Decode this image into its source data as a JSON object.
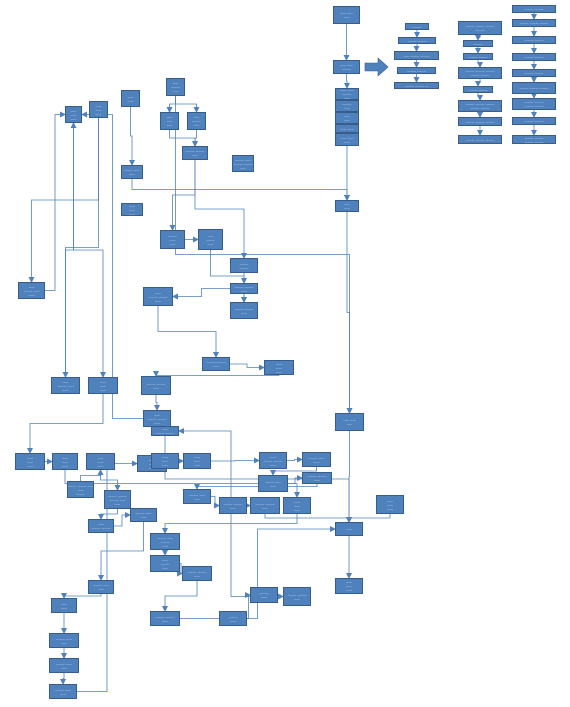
{
  "diagram": {
    "colors": {
      "node_fill": "#4f81bd",
      "node_border": "#385d8a",
      "edge": "#4f81bd",
      "text": "#ffffff"
    },
    "nodes": {
      "n_top": {
        "lines": [
          "—— ——",
          "——"
        ]
      },
      "n_mid1": {
        "lines": [
          "—— ——",
          "———"
        ]
      },
      "n_r1a": {
        "lines": [
          "—— ——",
          "———",
          "——"
        ]
      },
      "n_r1b": {
        "lines": [
          "———",
          "——"
        ]
      },
      "n_r1c": {
        "lines": [
          "——",
          "——"
        ]
      },
      "n_r1d": {
        "lines": [
          "—— ——"
        ]
      },
      "n_r1e": {
        "lines": [
          "—— ——",
          "——"
        ]
      },
      "n_rmid": {
        "lines": [
          "——",
          "——"
        ]
      },
      "n_rlow": {
        "lines": [
          "—— ——",
          "——"
        ]
      },
      "n_rbot": {
        "lines": [
          "——",
          "——",
          "——"
        ]
      },
      "n_rside": {
        "lines": [
          "——",
          "——",
          "——"
        ]
      },
      "n_rhub": {
        "lines": [
          "——"
        ]
      },
      "l1_1": {
        "lines": [
          "———"
        ]
      },
      "l1_2": {
        "lines": [
          "——— ———"
        ]
      },
      "l1_3": {
        "lines": [
          "—— ——— ———"
        ]
      },
      "l1_4": {
        "lines": [
          "——— ———"
        ]
      },
      "l1_5": {
        "lines": [
          "——— ——— —"
        ]
      },
      "l2_1": {
        "lines": [
          "——— ——— ———",
          "———"
        ]
      },
      "l2_2": {
        "lines": [
          "———"
        ]
      },
      "l2_3": {
        "lines": [
          "——— ———"
        ]
      },
      "l2_4": {
        "lines": [
          "——— ——— ———",
          "——— ———"
        ]
      },
      "l2_5": {
        "lines": [
          "——— ———"
        ]
      },
      "l2_6": {
        "lines": [
          "——— ——— ———",
          "——— ———"
        ]
      },
      "l2_7": {
        "lines": [
          "——— ——— ———"
        ]
      },
      "l2_8": {
        "lines": [
          "——— ——— ———"
        ]
      },
      "l3_1": {
        "lines": [
          "——— ———"
        ]
      },
      "l3_2": {
        "lines": [
          "——— ——— ———"
        ]
      },
      "l3_3": {
        "lines": [
          "——— ———"
        ]
      },
      "l3_4": {
        "lines": [
          "——— ———"
        ]
      },
      "l3_5": {
        "lines": [
          "——— ———"
        ]
      },
      "l3_6": {
        "lines": [
          "——— ——— ———"
        ]
      },
      "l3_7": {
        "lines": [
          "——— ———",
          "——— ———"
        ]
      },
      "l3_8": {
        "lines": [
          "——— ———"
        ]
      },
      "l3_9": {
        "lines": [
          "——— ———",
          "——— ———"
        ]
      },
      "l3_10": {
        "lines": [
          "——— ———"
        ]
      },
      "l3_11": {
        "lines": [
          "——— ——— ———"
        ]
      },
      "a_top": {
        "lines": [
          "——",
          "———",
          "——"
        ]
      },
      "a_l": {
        "lines": [
          "——",
          "——",
          "——"
        ]
      },
      "a_r": {
        "lines": [
          "——",
          "———",
          "——"
        ]
      },
      "a_mid": {
        "lines": [
          "——— ———",
          "——"
        ]
      },
      "a_side": {
        "lines": [
          "——",
          "——"
        ]
      },
      "a_fr": {
        "lines": [
          "——— ——",
          "——"
        ]
      },
      "a_mid2": {
        "lines": [
          "——",
          "——",
          "——"
        ]
      },
      "a_mr": {
        "lines": [
          "——— ——",
          "——— ———",
          "——"
        ]
      },
      "a_x1": {
        "lines": [
          "———",
          "——",
          "——"
        ]
      },
      "a_x2": {
        "lines": [
          "——",
          "———",
          "——"
        ]
      },
      "a_x3": {
        "lines": [
          "———",
          "———"
        ]
      },
      "a_x4": {
        "lines": [
          "——— ———",
          "——"
        ]
      },
      "a_x5": {
        "lines": [
          "——— ———",
          "——"
        ]
      },
      "a_x6": {
        "lines": [
          "——",
          "——— ———",
          "——"
        ]
      },
      "a_x7": {
        "lines": [
          "——— ———",
          "——"
        ]
      },
      "a_x8": {
        "lines": [
          "——",
          "——",
          "——"
        ]
      },
      "a_x9": {
        "lines": [
          "——— ———",
          "——"
        ]
      },
      "a_x10": {
        "lines": [
          "——",
          "——— ———",
          "——"
        ]
      },
      "L_a": {
        "lines": [
          "——",
          "——",
          "——"
        ]
      },
      "L_b": {
        "lines": [
          "——",
          "——",
          "——"
        ]
      },
      "L_c": {
        "lines": [
          "——",
          "——— ——",
          "——"
        ]
      },
      "L_d": {
        "lines": [
          "——",
          "——— ——",
          "——"
        ]
      },
      "L_e": {
        "lines": [
          "——",
          "——",
          "——"
        ]
      },
      "L_f": {
        "lines": [
          "——",
          "——",
          "——"
        ]
      },
      "L_g": {
        "lines": [
          "——",
          "——",
          "——"
        ]
      },
      "L_h": {
        "lines": [
          "——— ——— ——",
          "——",
          "———"
        ]
      },
      "L_i": {
        "lines": [
          "——",
          "——",
          "——"
        ]
      },
      "L_j": {
        "lines": [
          "——— ———",
          "——— ——",
          "——"
        ]
      },
      "L_k": {
        "lines": [
          "——",
          "——— ———"
        ]
      },
      "L_l": {
        "lines": [
          "——— ——",
          "——"
        ]
      },
      "L_m": {
        "lines": [
          "——— ——",
          "——"
        ]
      },
      "L_n": {
        "lines": [
          "——",
          "——"
        ]
      },
      "L_o": {
        "lines": [
          "——— ——",
          "——"
        ]
      },
      "L_p": {
        "lines": [
          "——— ——",
          "——"
        ]
      },
      "L_q": {
        "lines": [
          "——— ——",
          "——"
        ]
      },
      "L_r": {
        "lines": [
          "——",
          "——",
          "——"
        ]
      },
      "M_a": {
        "lines": [
          "——",
          "——",
          "——"
        ]
      },
      "M_b": {
        "lines": [
          "——",
          "——",
          "——"
        ]
      },
      "M_c": {
        "lines": [
          "——",
          "——— ———",
          "——"
        ]
      },
      "M_d": {
        "lines": [
          "——— ——",
          "——"
        ]
      },
      "M_e": {
        "lines": [
          "——— ——",
          "——"
        ]
      },
      "M_f": {
        "lines": [
          "——— ———",
          "——"
        ]
      },
      "M_g": {
        "lines": [
          "——— ——",
          "——"
        ]
      },
      "M_h": {
        "lines": [
          "——— ———",
          "——"
        ]
      },
      "M_i": {
        "lines": [
          "——— ———",
          "——"
        ]
      },
      "M_j": {
        "lines": [
          "——",
          "——",
          "——"
        ]
      },
      "M_k": {
        "lines": [
          "——— ——",
          "———",
          "——"
        ]
      },
      "M_l": {
        "lines": [
          "——",
          "———",
          "——"
        ]
      },
      "M_m": {
        "lines": [
          "——— ———",
          "——"
        ]
      },
      "M_n": {
        "lines": [
          "——— ———",
          "——"
        ]
      },
      "M_o": {
        "lines": [
          "———",
          "——"
        ]
      },
      "M_p": {
        "lines": [
          "———",
          "——"
        ]
      },
      "M_q": {
        "lines": [
          "——— ———",
          "——"
        ]
      },
      "M_r": {
        "lines": [
          "——",
          "——— ———"
        ]
      }
    },
    "edges": [
      [
        "n_top",
        "n_mid1"
      ],
      [
        "n_mid1",
        "n_r1a"
      ],
      [
        "n_r1a",
        "n_r1b"
      ],
      [
        "n_r1b",
        "n_r1c"
      ],
      [
        "n_r1c",
        "n_r1d"
      ],
      [
        "n_r1d",
        "n_r1e"
      ],
      [
        "n_r1e",
        "n_rmid"
      ],
      [
        "n_rmid",
        "n_rlow"
      ],
      [
        "n_rlow",
        "n_rhub"
      ],
      [
        "n_rhub",
        "n_rbot"
      ],
      [
        "n_rside",
        "n_rhub"
      ],
      [
        "l1_1",
        "l1_2"
      ],
      [
        "l1_2",
        "l1_3"
      ],
      [
        "l1_3",
        "l1_4"
      ],
      [
        "l1_4",
        "l1_5"
      ],
      [
        "l2_1",
        "l2_2"
      ],
      [
        "l2_2",
        "l2_3"
      ],
      [
        "l2_3",
        "l2_4"
      ],
      [
        "l2_4",
        "l2_5"
      ],
      [
        "l2_5",
        "l2_6"
      ],
      [
        "l2_6",
        "l2_7"
      ],
      [
        "l2_7",
        "l2_8"
      ],
      [
        "l3_1",
        "l3_2"
      ],
      [
        "l3_2",
        "l3_3"
      ],
      [
        "l3_3",
        "l3_4"
      ],
      [
        "l3_4",
        "l3_5"
      ],
      [
        "l3_5",
        "l3_6"
      ],
      [
        "l3_6",
        "l3_7"
      ],
      [
        "l3_7",
        "l3_8"
      ],
      [
        "l3_8",
        "l3_9"
      ],
      [
        "l3_9",
        "l3_10"
      ],
      [
        "l3_10",
        "l3_11"
      ],
      [
        "l2_8",
        "l3_11"
      ],
      [
        "a_top",
        "a_l"
      ],
      [
        "a_top",
        "a_r"
      ],
      [
        "a_l",
        "a_mid"
      ],
      [
        "a_r",
        "a_mid"
      ],
      [
        "a_mid",
        "a_x1"
      ],
      [
        "a_mid",
        "a_x3"
      ],
      [
        "a_side",
        "a_fr"
      ],
      [
        "a_fr",
        "n_rmid"
      ],
      [
        "a_x1",
        "a_x2"
      ],
      [
        "a_x3",
        "a_x4"
      ],
      [
        "a_x2",
        "a_x5"
      ],
      [
        "a_x4",
        "a_x5"
      ],
      [
        "a_x4",
        "a_x6"
      ],
      [
        "a_x6",
        "a_x7"
      ],
      [
        "a_x7",
        "a_x8"
      ],
      [
        "a_x8",
        "a_x9"
      ],
      [
        "a_x9",
        "a_x10"
      ],
      [
        "a_x10",
        "L_a"
      ],
      [
        "a_top",
        "n_rlow"
      ],
      [
        "L_b",
        "L_c"
      ],
      [
        "L_b",
        "L_d"
      ],
      [
        "L_c",
        "L_a"
      ],
      [
        "L_d",
        "L_a"
      ],
      [
        "L_a",
        "L_e"
      ],
      [
        "L_e",
        "L_f"
      ],
      [
        "L_f",
        "L_g"
      ],
      [
        "L_g",
        "M_j"
      ],
      [
        "L_h",
        "L_i"
      ],
      [
        "L_i",
        "L_j"
      ],
      [
        "L_j",
        "L_k"
      ],
      [
        "L_k",
        "L_l"
      ],
      [
        "L_l",
        "L_m"
      ],
      [
        "L_m",
        "L_n"
      ],
      [
        "L_n",
        "L_o"
      ],
      [
        "L_o",
        "L_p"
      ],
      [
        "L_p",
        "L_q"
      ],
      [
        "L_q",
        "L_r"
      ],
      [
        "M_a",
        "M_b"
      ],
      [
        "M_b",
        "M_c"
      ],
      [
        "M_c",
        "M_d"
      ],
      [
        "M_d",
        "M_e"
      ],
      [
        "M_e",
        "M_f"
      ],
      [
        "M_f",
        "M_g"
      ],
      [
        "M_g",
        "M_h"
      ],
      [
        "M_h",
        "M_i"
      ],
      [
        "M_i",
        "n_rhub"
      ],
      [
        "M_j",
        "M_k"
      ],
      [
        "M_k",
        "M_l"
      ],
      [
        "M_l",
        "M_m"
      ],
      [
        "M_m",
        "M_n"
      ],
      [
        "M_n",
        "n_rhub"
      ],
      [
        "M_o",
        "M_p"
      ],
      [
        "M_p",
        "M_q"
      ],
      [
        "M_q",
        "M_r"
      ],
      [
        "M_r",
        "n_rhub"
      ]
    ]
  }
}
